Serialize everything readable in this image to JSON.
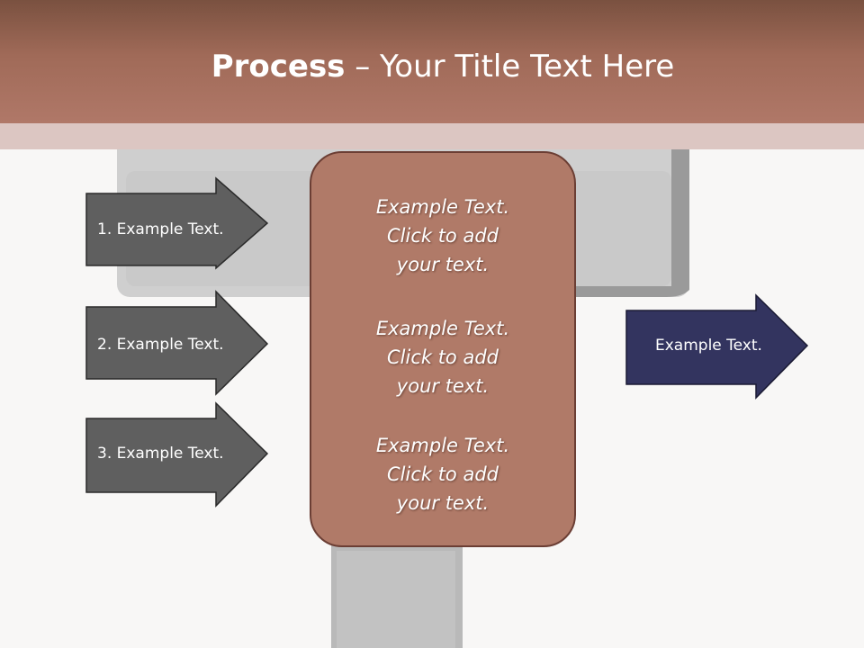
{
  "slide": {
    "title_bold": "Process",
    "title_rest": " – Your Title Text Here"
  },
  "left_arrows": [
    {
      "label": "1. Example Text."
    },
    {
      "label": "2. Example Text."
    },
    {
      "label": "3. Example Text."
    }
  ],
  "center_box": {
    "blocks": [
      {
        "line1": "Example Text.",
        "line2": "Click  to add",
        "line3": "your text."
      },
      {
        "line1": "Example Text.",
        "line2": "Click  to add",
        "line3": "your text."
      },
      {
        "line1": "Example Text.",
        "line2": "Click  to add",
        "line3": "your text."
      }
    ]
  },
  "right_arrow": {
    "label": "Example Text."
  },
  "colors": {
    "header": "#a06a58",
    "left_arrow_fill": "#5f5f5f",
    "center_box_fill": "#b07a68",
    "right_arrow_fill": "#33345f"
  }
}
